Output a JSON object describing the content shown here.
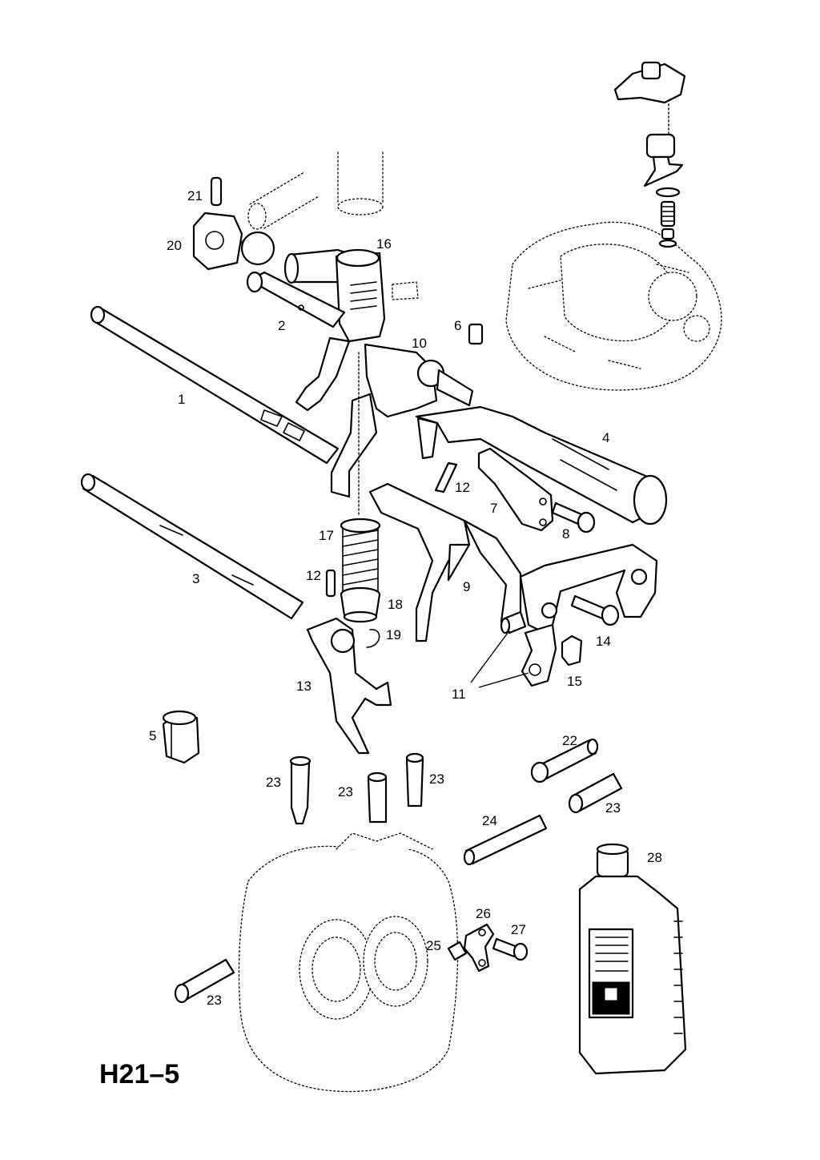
{
  "diagram": {
    "code": "H21–5",
    "callouts": [
      "1",
      "2",
      "3",
      "4",
      "5",
      "6",
      "7",
      "8",
      "9",
      "10",
      "11",
      "12",
      "12",
      "13",
      "14",
      "15",
      "16",
      "17",
      "18",
      "19",
      "20",
      "21",
      "22",
      "23",
      "23",
      "23",
      "23",
      "23",
      "24",
      "25",
      "26",
      "27",
      "28"
    ]
  }
}
